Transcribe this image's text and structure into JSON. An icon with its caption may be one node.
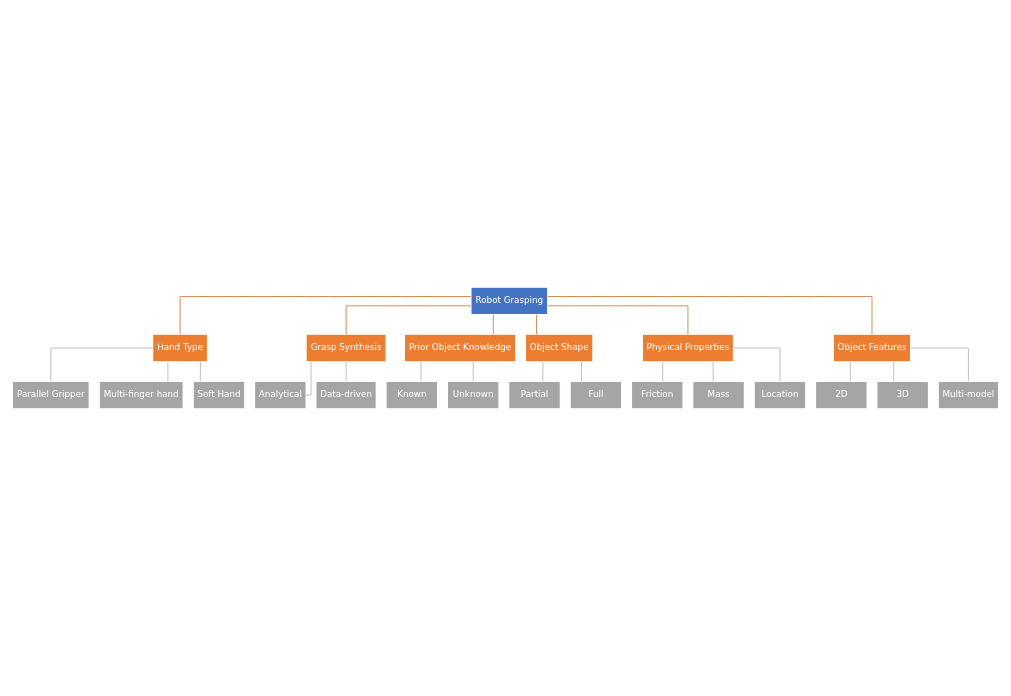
{
  "diagram": {
    "nodes": [
      {
        "text": [
          "Robot Grasping"
        ]
      },
      {
        "text": [
          "Hand Type"
        ]
      },
      {
        "text": [
          "Grasp Synthesis"
        ]
      },
      {
        "text": [
          "Parallel Gripper"
        ]
      },
      {
        "text": [
          "Multi-finger hand"
        ]
      },
      {
        "text": [
          "Soft Hand"
        ]
      },
      {
        "text": [
          "Analytical"
        ]
      },
      {
        "text": [
          "Data-driven"
        ]
      },
      {
        "text": [
          "Prior Object Knowledge"
        ]
      },
      {
        "text": [
          "Object Shape"
        ]
      },
      {
        "text": [
          "Known"
        ]
      },
      {
        "text": [
          "Unknown"
        ]
      },
      {
        "text": [
          "Partial"
        ]
      },
      {
        "text": [
          "Full"
        ]
      },
      {
        "text": [
          "Physical Properties"
        ]
      },
      {
        "text": [
          "Object Features"
        ]
      },
      {
        "text": [
          "Friction"
        ]
      },
      {
        "text": [
          "Mass"
        ]
      },
      {
        "text": [
          "Location"
        ]
      },
      {
        "text": [
          "2D"
        ]
      },
      {
        "text": [
          "3D"
        ]
      },
      {
        "text": [
          "Multi-model"
        ]
      }
    ],
    "edges": [
      {
        "from": 0,
        "to": 1,
        "arrow": "none",
        "color": "#c55a11"
      },
      {
        "from": 0,
        "to": 2,
        "arrow": "none",
        "color": "#c55a11"
      },
      {
        "from": 1,
        "to": 3,
        "arrow": "none"
      },
      {
        "from": 1,
        "to": 4,
        "arrow": "none"
      },
      {
        "from": 1,
        "to": 5,
        "arrow": "none"
      },
      {
        "from": 2,
        "to": 6,
        "arrow": "none"
      },
      {
        "from": 2,
        "to": 7,
        "arrow": "none"
      },
      {
        "from": 0,
        "to": 8,
        "arrow": "none",
        "color": "#c55a11"
      },
      {
        "from": 0,
        "to": 9,
        "arrow": "none",
        "color": "#c55a11"
      },
      {
        "from": 8,
        "to": 10,
        "arrow": "none"
      },
      {
        "from": 8,
        "to": 11,
        "arrow": "none"
      },
      {
        "from": 9,
        "to": 12,
        "arrow": "none"
      },
      {
        "from": 9,
        "to": 13,
        "arrow": "none"
      },
      {
        "from": 0,
        "to": 14,
        "arrow": "none",
        "color": "#c55a11"
      },
      {
        "from": 0,
        "to": 15,
        "arrow": "none",
        "color": "#c55a11"
      },
      {
        "from": 14,
        "to": 16,
        "arrow": "none"
      },
      {
        "from": 14,
        "to": 17,
        "arrow": "none"
      },
      {
        "from": 14,
        "to": 18,
        "arrow": "none"
      },
      {
        "from": 15,
        "to": 19,
        "arrow": "none"
      },
      {
        "from": 15,
        "to": 20,
        "arrow": "none"
      },
      {
        "from": 15,
        "to": 21,
        "arrow": "none"
      }
    ]
  }
}
